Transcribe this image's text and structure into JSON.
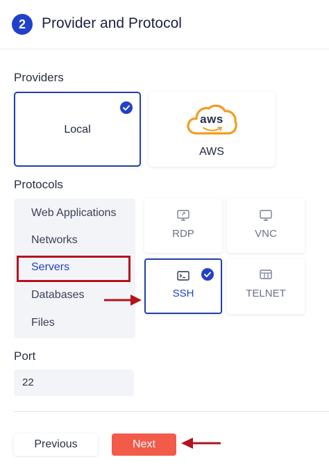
{
  "step": {
    "number": "2",
    "title": "Provider and Protocol"
  },
  "providers": {
    "label": "Providers",
    "items": [
      {
        "label": "Local",
        "selected": true
      },
      {
        "label": "AWS",
        "logo_text": "aws",
        "selected": false
      }
    ]
  },
  "protocols": {
    "label": "Protocols",
    "categories": [
      "Web Applications",
      "Networks",
      "Servers",
      "Databases",
      "Files"
    ],
    "active_category": "Servers",
    "options": [
      {
        "label": "RDP",
        "icon": "remote-desktop-icon",
        "selected": false
      },
      {
        "label": "VNC",
        "icon": "monitor-icon",
        "selected": false
      },
      {
        "label": "SSH",
        "icon": "terminal-icon",
        "selected": true
      },
      {
        "label": "TELNET",
        "icon": "grid-terminal-icon",
        "selected": false
      }
    ]
  },
  "port": {
    "label": "Port",
    "value": "22"
  },
  "actions": {
    "previous_label": "Previous",
    "next_label": "Next"
  },
  "colors": {
    "accent": "#2141c8",
    "next_button": "#f25a4a",
    "annotation_red": "#b3121f",
    "aws_orange": "#f29c1f"
  }
}
